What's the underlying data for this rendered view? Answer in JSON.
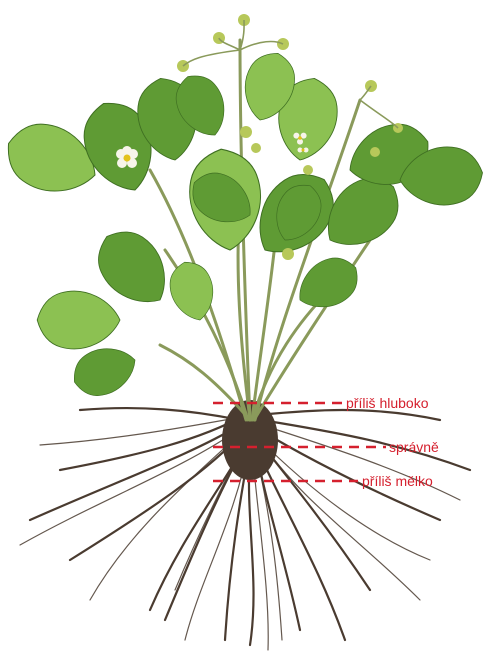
{
  "labels": {
    "too_deep": "příliš hluboko",
    "correct": "správně",
    "too_shallow": "příliš mělko"
  },
  "colors": {
    "marker": "#d5202e",
    "leaf": "#5f9b34",
    "leaf_light": "#8cc152",
    "vein": "#3f6f22",
    "stem": "#8a9a5b",
    "root": "#4a3b30",
    "flower_petal": "#f7f4ea",
    "flower_center": "#e3c21c",
    "berry": "#b7c85a"
  },
  "icons": {
    "plant": "strawberry-plant-photo"
  }
}
